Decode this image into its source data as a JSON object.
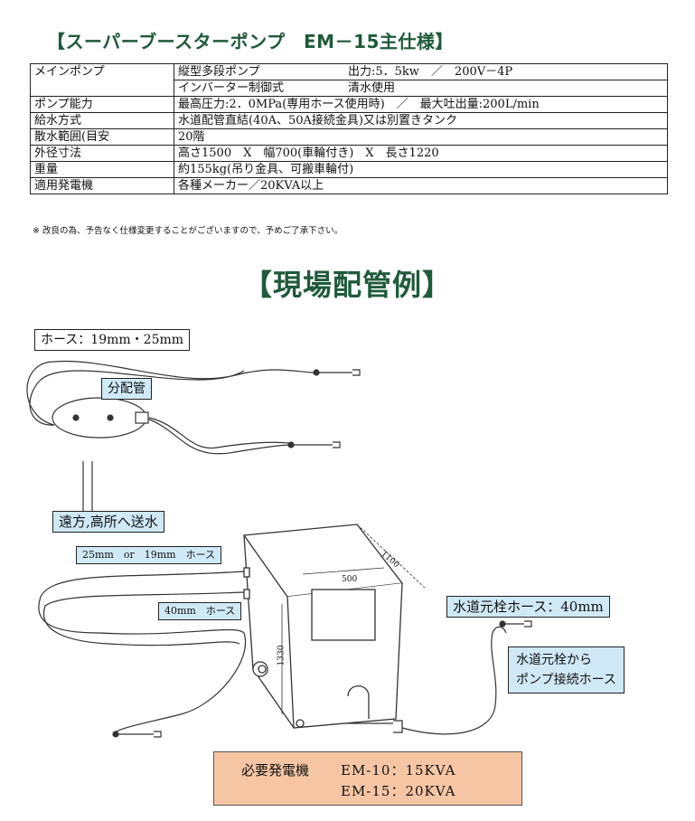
{
  "title": "【スーパーブースターポンプ　EM－15主仕様】",
  "spec_rows": [
    {
      "label": "メインポンプ",
      "line1_a": "縦型多段ポンプ",
      "line1_b": "出力:5．5kw　／　200V－4P",
      "line2_a": "インバーター制御式",
      "line2_b": "清水使用"
    },
    {
      "label": "ポンプ能力",
      "value": "最高圧力:2．0MPa(専用ホース使用時)　／　最大吐出量:200L/min"
    },
    {
      "label": "給水方式",
      "value": "水道配管直結(40A、50A接続金具)又は別置きタンク"
    },
    {
      "label": "散水範囲(目安",
      "value": "20階"
    },
    {
      "label": "外径寸法",
      "value": "高さ1500　X　幅700(車輪付き)　X　長さ1220"
    },
    {
      "label": "重量",
      "value": "約155kg(吊り金具、可搬車輪付)"
    },
    {
      "label": "適用発電機",
      "value": "各種メーカー／20KVA以上"
    }
  ],
  "note": "※ 改良の為、予告なく仕様変更することがございますので、予めご了承下さい。",
  "section_title": "【現場配管例】",
  "diagram": {
    "hose_label": "ホース：19mm・25mm",
    "distributor_label": "分配管",
    "far_label": "遠方,高所へ送水",
    "hose_25_19": "25mm　or　19mm　ホース",
    "hose_40": "40mm　ホース",
    "dim_1100": "1100",
    "dim_500": "500",
    "dim_1330": "1330",
    "water_hose_label": "水道元栓ホース：40mm",
    "tap_label_line1": "水道元栓から",
    "tap_label_line2": "ポンプ接続ホース"
  },
  "generator": {
    "label": "必要発電機",
    "row1": "EM-10：15KVA",
    "row2": "EM-15：20KVA"
  },
  "colors": {
    "title": "#1f5a3a",
    "label_box": "#cfe9f6",
    "generator_box": "#f6c6a4"
  }
}
